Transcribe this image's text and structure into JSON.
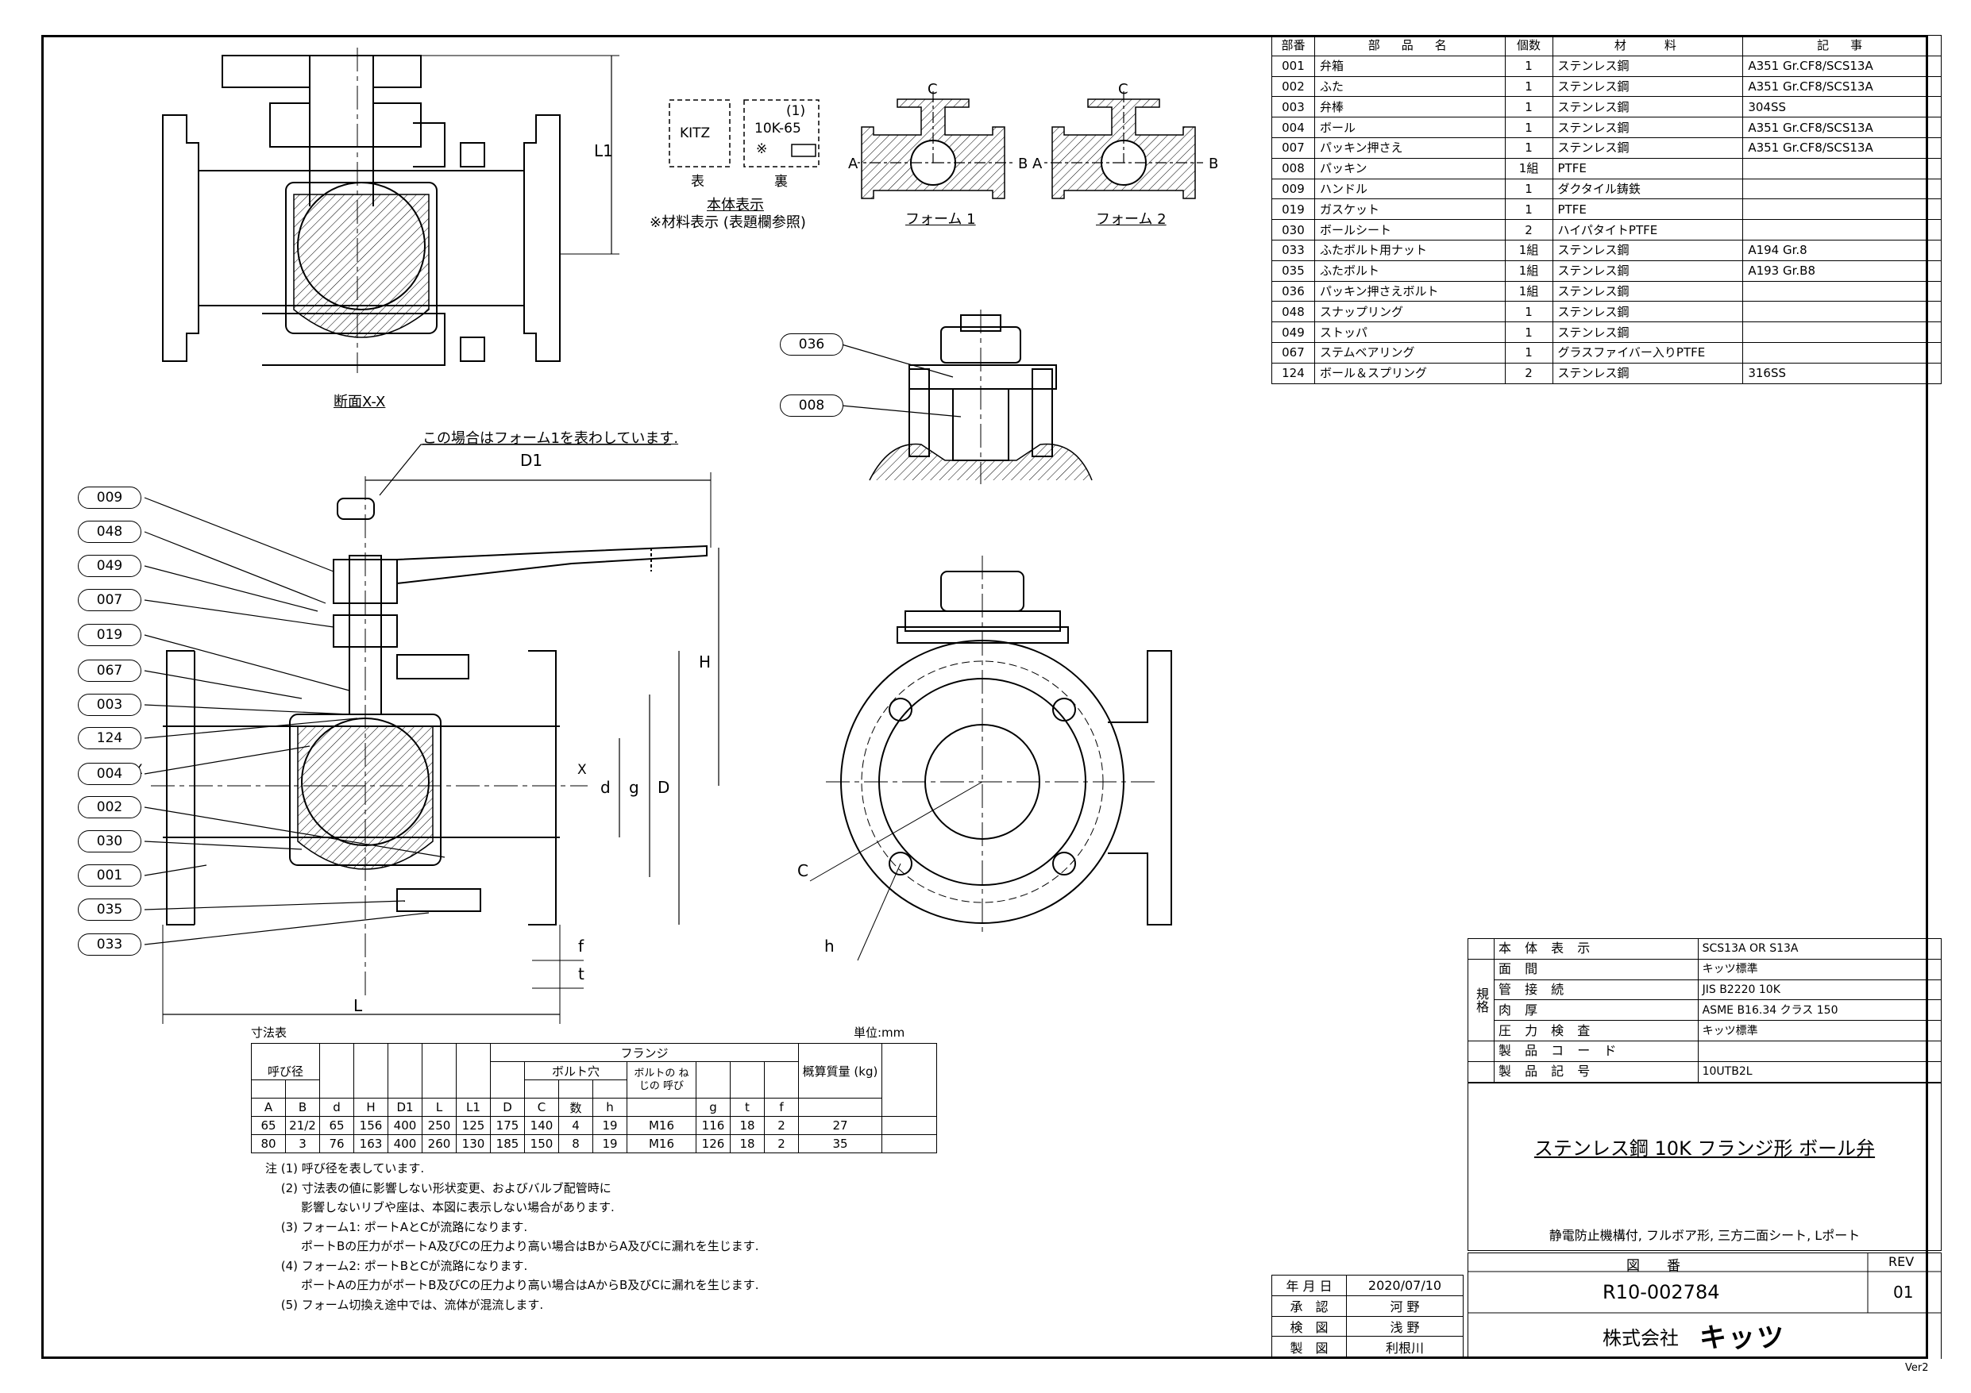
{
  "parts_list": {
    "headers": [
      "部番",
      "部　品　名",
      "個数",
      "材　　料",
      "記　事"
    ],
    "rows": [
      [
        "001",
        "弁箱",
        "1",
        "ステンレス鋼",
        "A351 Gr.CF8/SCS13A"
      ],
      [
        "002",
        "ふた",
        "1",
        "ステンレス鋼",
        "A351 Gr.CF8/SCS13A"
      ],
      [
        "003",
        "弁棒",
        "1",
        "ステンレス鋼",
        "304SS"
      ],
      [
        "004",
        "ボール",
        "1",
        "ステンレス鋼",
        "A351 Gr.CF8/SCS13A"
      ],
      [
        "007",
        "パッキン押さえ",
        "1",
        "ステンレス鋼",
        "A351 Gr.CF8/SCS13A"
      ],
      [
        "008",
        "パッキン",
        "1組",
        "PTFE",
        ""
      ],
      [
        "009",
        "ハンドル",
        "1",
        "ダクタイル鋳鉄",
        ""
      ],
      [
        "019",
        "ガスケット",
        "1",
        "PTFE",
        ""
      ],
      [
        "030",
        "ボールシート",
        "2",
        "ハイパタイトPTFE",
        ""
      ],
      [
        "033",
        "ふたボルト用ナット",
        "1組",
        "ステンレス鋼",
        "A194 Gr.8"
      ],
      [
        "035",
        "ふたボルト",
        "1組",
        "ステンレス鋼",
        "A193 Gr.B8"
      ],
      [
        "036",
        "パッキン押さえボルト",
        "1組",
        "ステンレス鋼",
        ""
      ],
      [
        "048",
        "スナップリング",
        "1",
        "ステンレス鋼",
        ""
      ],
      [
        "049",
        "ストッパ",
        "1",
        "ステンレス鋼",
        ""
      ],
      [
        "067",
        "ステムベアリング",
        "1",
        "グラスファイバー入りPTFE",
        ""
      ],
      [
        "124",
        "ボール＆スプリング",
        "2",
        "ステンレス鋼",
        "316SS"
      ]
    ]
  },
  "body_marking": {
    "front_text": "KITZ",
    "back_line1": "(1)",
    "back_line2": "10K-65",
    "back_line3": "※",
    "front_label": "表",
    "back_label": "裏",
    "caption1": "本体表示",
    "caption2": "※材料表示 (表題欄参照)"
  },
  "forms": {
    "form1": "フォーム 1",
    "form2": "フォーム 2",
    "port_a": "A",
    "port_b": "B",
    "port_c": "C"
  },
  "section_label": "断面X-X",
  "callout_note": "この場合はフォーム1を表わしています.",
  "bubbles": [
    "009",
    "048",
    "049",
    "007",
    "019",
    "067",
    "003",
    "124",
    "004",
    "002",
    "030",
    "001",
    "035",
    "033"
  ],
  "detail_bubbles": [
    "036",
    "008"
  ],
  "dim_labels": {
    "D1": "D1",
    "H": "H",
    "L": "L",
    "L1": "L1",
    "D": "D",
    "g": "g",
    "d": "d",
    "f": "f",
    "t": "t",
    "C": "C",
    "h": "h",
    "X": "X"
  },
  "dimension_table": {
    "caption": "寸法表",
    "unit": "単位:mm",
    "group_nominal": "呼び径",
    "group_flange": "フランジ",
    "group_bolt_hole": "ボルト穴",
    "bolt_thread": "ボルトの ねじの 呼び",
    "mass": "概算質量 (kg)",
    "columns": [
      "A",
      "B",
      "d",
      "H",
      "D1",
      "L",
      "L1",
      "D",
      "C",
      "数",
      "h",
      "",
      "g",
      "t",
      "f",
      ""
    ],
    "rows": [
      [
        "65",
        "21/2",
        "65",
        "156",
        "400",
        "250",
        "125",
        "175",
        "140",
        "4",
        "19",
        "M16",
        "116",
        "18",
        "2",
        "27"
      ],
      [
        "80",
        "3",
        "76",
        "163",
        "400",
        "260",
        "130",
        "185",
        "150",
        "8",
        "19",
        "M16",
        "126",
        "18",
        "2",
        "35"
      ]
    ]
  },
  "notes": [
    "注 (1) 呼び径を表しています.",
    "　 (2) 寸法表の値に影響しない形状変更、およびバルブ配管時に",
    "　　　影響しないリブや座は、本図に表示しない場合があります.",
    "　 (3) フォーム1: ポートAとCが流路になります.",
    "　　　ポートBの圧力がポートA及びCの圧力より高い場合はBからA及びCに漏れを生じます.",
    "　 (4) フォーム2: ポートBとCが流路になります.",
    "　　　ポートAの圧力がポートB及びCの圧力より高い場合はAからB及びCに漏れを生じます.",
    "　 (5) フォーム切換え途中では、流体が混流します."
  ],
  "spec_block": {
    "side_label": "規格",
    "rows": [
      [
        "本 体 表 示",
        "SCS13A OR S13A"
      ],
      [
        "面 間",
        "キッツ標準"
      ],
      [
        "管 接 続",
        "JIS B2220  10K"
      ],
      [
        "肉 厚",
        "ASME B16.34  クラス 150"
      ],
      [
        "圧 力 検 査",
        "キッツ標準"
      ],
      [
        "製 品 コ ー ド",
        ""
      ],
      [
        "製 品 記 号",
        "10UTB2L"
      ]
    ]
  },
  "title": {
    "main": "ステンレス鋼 10K フランジ形 ボール弁",
    "sub": "静電防止機構付, フルボア形, 三方二面シート, Lポート"
  },
  "approval": [
    [
      "年 月 日",
      "2020/07/10"
    ],
    [
      "承　認",
      "河 野"
    ],
    [
      "検　図",
      "浅 野"
    ],
    [
      "製　図",
      "利根川"
    ]
  ],
  "drawing_number": {
    "label": "図　　番",
    "value": "R10-002784",
    "rev_label": "REV",
    "rev_value": "01",
    "company": "株式会社",
    "brand": "キッツ"
  },
  "version": "Ver2",
  "colors": {
    "line": "#000000",
    "hatch": "#000000",
    "background": "#ffffff"
  }
}
